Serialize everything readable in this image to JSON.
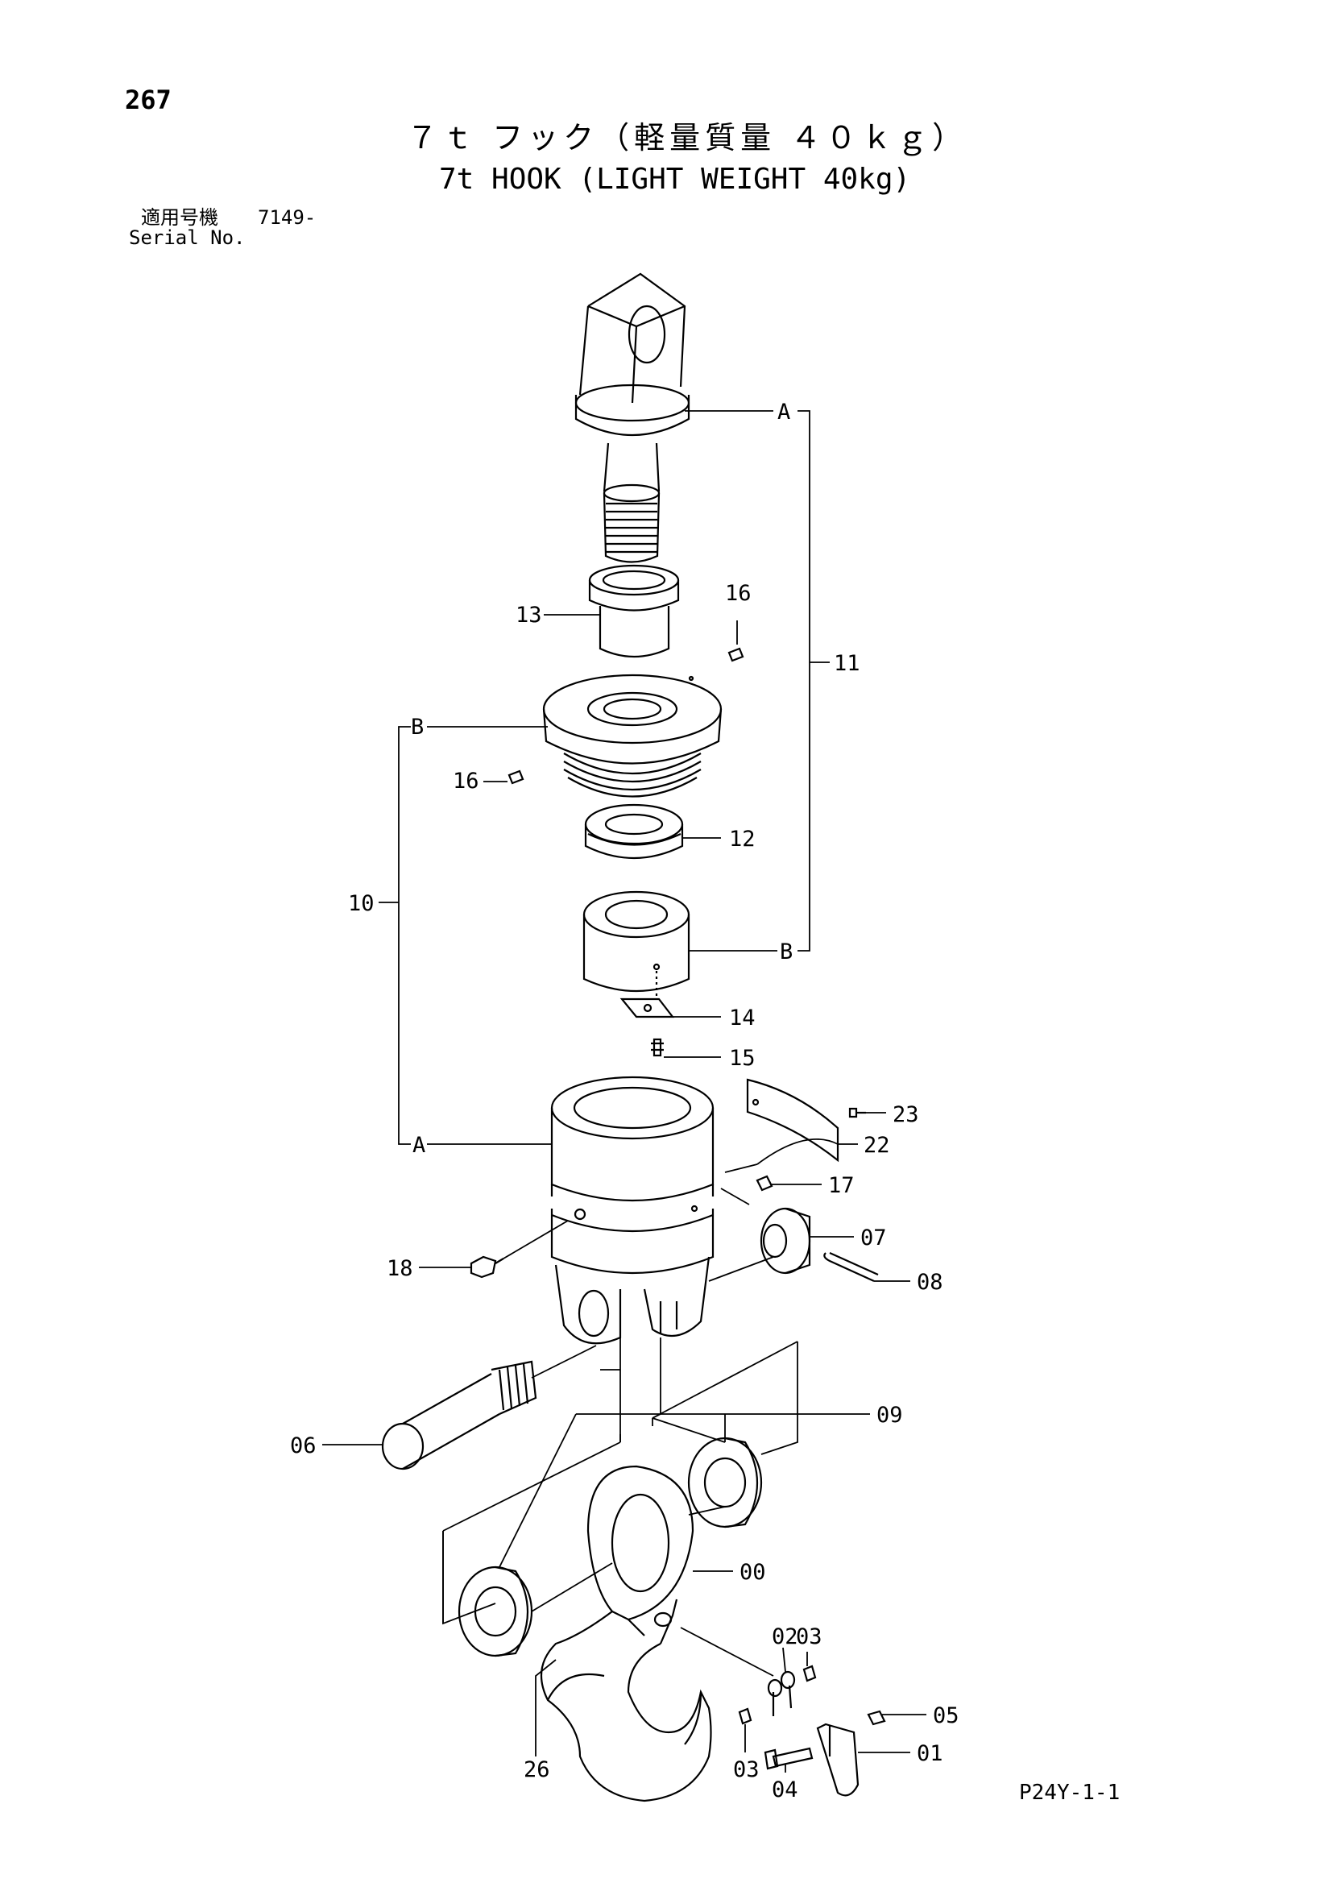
{
  "page_number": "267",
  "title_jp": "７ｔ フック（軽量質量 ４０ｋｇ）",
  "title_en": "7t HOOK (LIGHT WEIGHT 40kg)",
  "serial": {
    "label_jp": "適用号機",
    "value": "7149-",
    "label_en": "Serial No."
  },
  "labels": {
    "A_top": "A",
    "B_left": "B",
    "B_right": "B",
    "A_bottom": "A",
    "p00": "00",
    "p01": "01",
    "p02": "02",
    "p03a": "03",
    "p03b": "03",
    "p04": "04",
    "p05": "05",
    "p06": "06",
    "p07": "07",
    "p08": "08",
    "p09": "09",
    "p10": "10",
    "p11": "11",
    "p12": "12",
    "p13": "13",
    "p14": "14",
    "p15": "15",
    "p16a": "16",
    "p16b": "16",
    "p17": "17",
    "p18": "18",
    "p22": "22",
    "p23": "23",
    "p26": "26"
  },
  "page_code": "P24Y-1-1"
}
